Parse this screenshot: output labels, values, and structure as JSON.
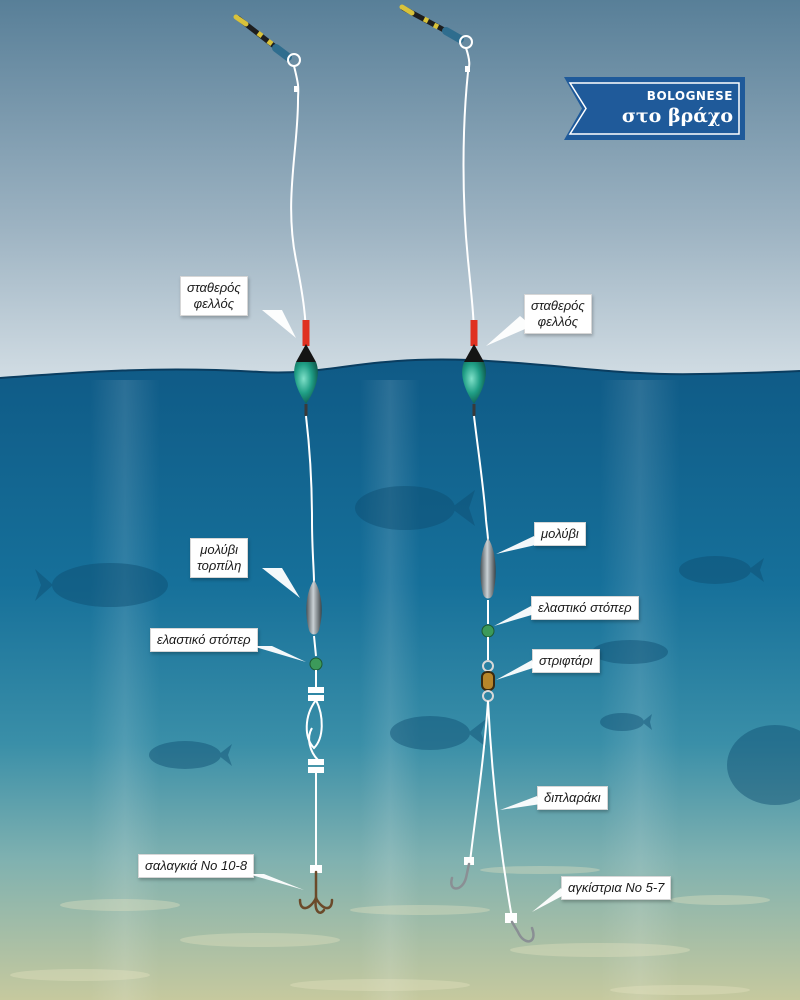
{
  "badge": {
    "line1": "BOLOGNESE",
    "line2": "στο βράχο",
    "color": "#1f5a9a"
  },
  "colors": {
    "sky_top": "#587f98",
    "sky_bottom": "#d2dde4",
    "sea_top": "#0f5a86",
    "sea_mid": "#1e80a6",
    "sand": "#c6c99e",
    "float_body": "#1f9e85",
    "float_tip": "#e03020"
  },
  "rig_left": {
    "labels": {
      "float": [
        "σταθερός",
        "φελλός"
      ],
      "lead": [
        "μολύβι",
        "τορπίλη"
      ],
      "stopper": "ελαστικό στόπερ",
      "hook": "σαλαγκιά No 10-8"
    }
  },
  "rig_right": {
    "labels": {
      "float": [
        "σταθερός",
        "φελλός"
      ],
      "lead": "μολύβι",
      "stopper": "ελαστικό στόπερ",
      "swivel": "στριφτάρι",
      "leader": "διπλαράκι",
      "hooks": "αγκίστρια No 5-7"
    }
  }
}
